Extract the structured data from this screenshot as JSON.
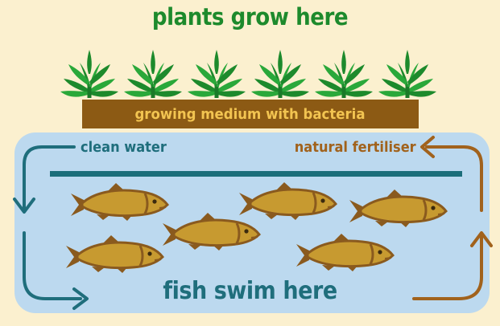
{
  "colors": {
    "background": "#fbf0cf",
    "plant_green": "#1d8a2c",
    "plant_green_light": "#2aa83a",
    "medium_brown": "#8c5a14",
    "medium_text": "#f2c451",
    "water_light": "#bcd9ef",
    "water_outline": "#aacbe6",
    "tank_rim": "#1b6e7a",
    "clean_water_teal": "#1f6e7c",
    "fertiliser_brown": "#a1621c",
    "fish_body": "#c79a30",
    "fish_dark": "#8a5a1e",
    "fish_belly": "#e2b84a"
  },
  "labels": {
    "top": "plants grow here",
    "medium": "growing medium with bacteria",
    "clean_water": "clean water",
    "natural_fertiliser": "natural fertiliser",
    "bottom": "fish swim here"
  },
  "icons": {
    "plant": "leafy-seedling-icon",
    "fish": "trout-icon",
    "arrow_clean": "curved-arrow-left-down-right-icon",
    "arrow_fertiliser": "curved-arrow-right-up-left-icon"
  },
  "counts": {
    "plants": 6,
    "fish": 6
  }
}
